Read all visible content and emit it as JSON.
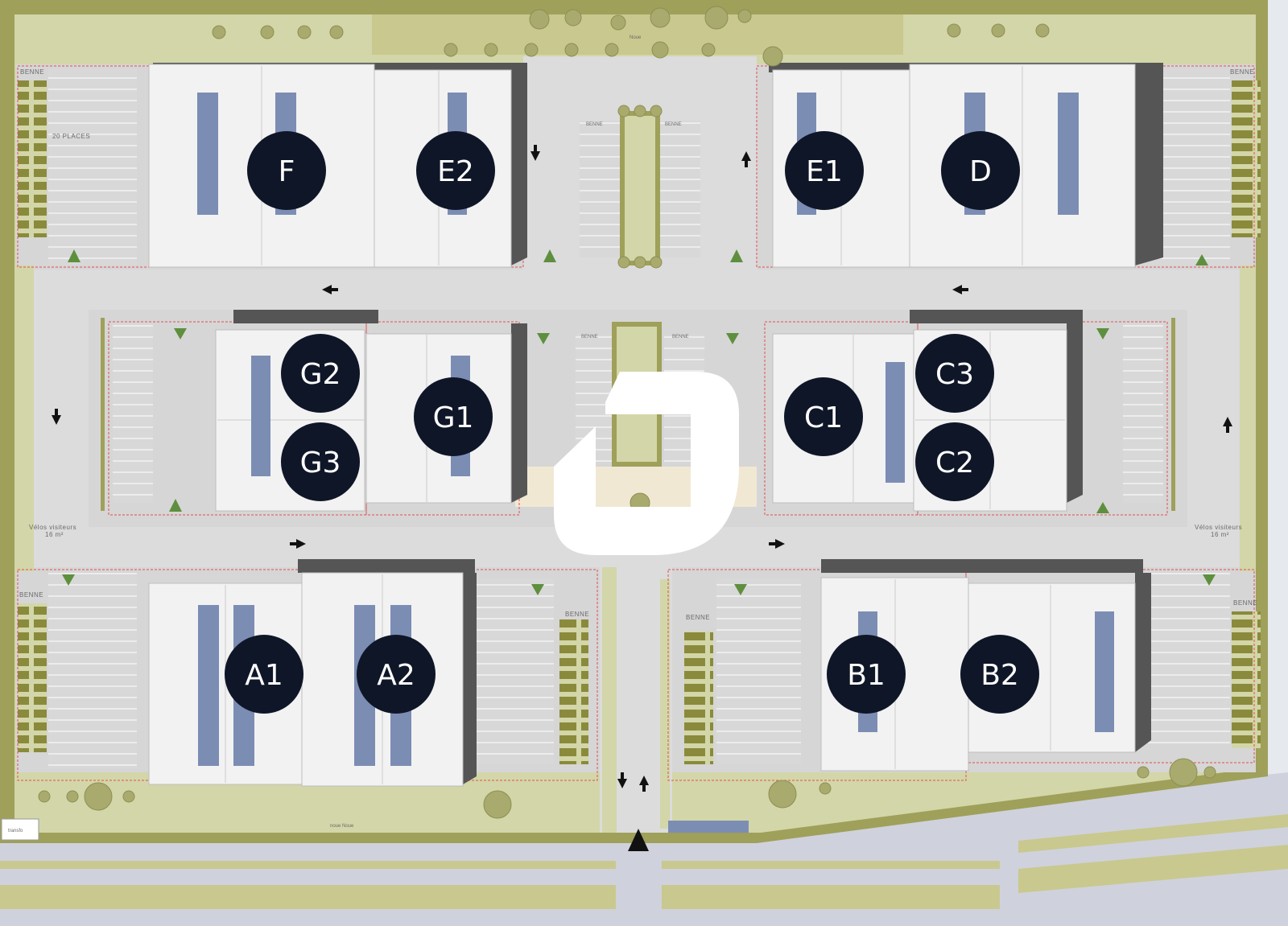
{
  "units": [
    {
      "id": "f",
      "label": "F"
    },
    {
      "id": "e2",
      "label": "E2"
    },
    {
      "id": "e1",
      "label": "E1"
    },
    {
      "id": "d",
      "label": "D"
    },
    {
      "id": "g2",
      "label": "G2"
    },
    {
      "id": "g1",
      "label": "G1"
    },
    {
      "id": "g3",
      "label": "G3"
    },
    {
      "id": "c1",
      "label": "C1"
    },
    {
      "id": "c3",
      "label": "C3"
    },
    {
      "id": "c2",
      "label": "C2"
    },
    {
      "id": "a1",
      "label": "A1"
    },
    {
      "id": "a2",
      "label": "A2"
    },
    {
      "id": "b1",
      "label": "B1"
    },
    {
      "id": "b2",
      "label": "B2"
    }
  ],
  "labels": {
    "benne": "BENNE",
    "places": "20 PLACES",
    "noue": "Noue",
    "velos_line1": "Vélos visiteurs",
    "velos_line2": "16 m²",
    "transfo": "transfo",
    "noue_noue": "noue    Noue"
  },
  "colors": {
    "background": "#e6e9ee",
    "road": "#d6d6d6",
    "green_border": "#9fa05a",
    "green_fill": "#d3d6a8",
    "building_roof": "#f2f2f2",
    "building_shadow": "#555555",
    "solar_panel": "#7c8db4",
    "badge": "#0f1628",
    "lot_line": "#e05050",
    "watermark": "#ffffff"
  }
}
